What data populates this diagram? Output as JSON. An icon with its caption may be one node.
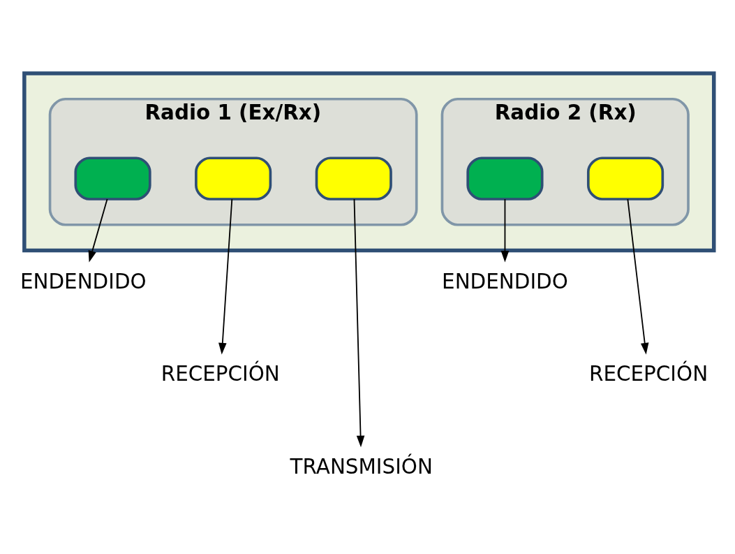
{
  "diagram": {
    "nodes": [
      {
        "text": [],
        "shape": "box"
      },
      {
        "text": [
          "Radio 1 (Ex/Rx)"
        ],
        "in": 0
      },
      {
        "text": [
          "Radio 2 (Rx)"
        ],
        "in": 0
      },
      {
        "text": [],
        "shape": "box",
        "in": 1
      },
      {
        "text": [],
        "shape": "box",
        "in": 1
      },
      {
        "text": [],
        "shape": "box",
        "in": 1
      },
      {
        "text": [],
        "shape": "box",
        "in": 2
      },
      {
        "text": [],
        "shape": "box",
        "in": 2
      },
      {
        "text": [
          "ENDENDIDO"
        ]
      },
      {
        "text": [
          "RECEPCIÓN"
        ]
      },
      {
        "text": [
          "TRANSMISIÓN"
        ]
      },
      {
        "text": [
          "ENDENDIDO"
        ]
      },
      {
        "text": [
          "RECEPCIÓN"
        ]
      }
    ],
    "edges": [
      {
        "from": 3,
        "to": 8,
        "arrow": "to"
      },
      {
        "from": 4,
        "to": 9,
        "arrow": "to"
      },
      {
        "from": 5,
        "to": 10,
        "arrow": "to"
      },
      {
        "from": 6,
        "to": 11,
        "arrow": "to"
      },
      {
        "from": 7,
        "to": 12,
        "arrow": "to"
      }
    ]
  }
}
